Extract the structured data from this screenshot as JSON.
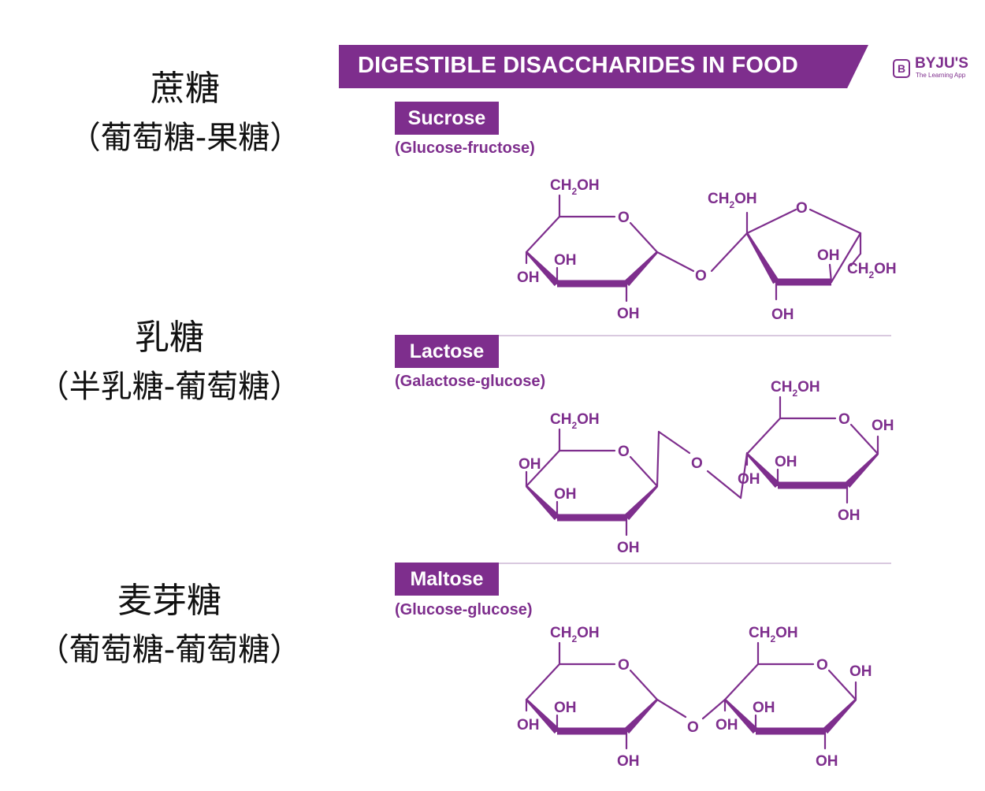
{
  "chinese_labels": {
    "sucrose": {
      "name": "蔗糖",
      "composition": "（葡萄糖-果糖）"
    },
    "lactose": {
      "name": "乳糖",
      "composition": "（半乳糖-葡萄糖）"
    },
    "maltose": {
      "name": "麦芽糖",
      "composition": "（葡萄糖-葡萄糖）"
    }
  },
  "banner": {
    "title": "DIGESTIBLE DISACCHARIDES IN FOOD"
  },
  "brand": {
    "name": "BYJU'S",
    "tagline": "The Learning App",
    "icon": "byjus-logo-icon",
    "logo_letter": "B"
  },
  "accent_color": "#7e2e8d",
  "sugars": [
    {
      "name": "Sucrose",
      "composition": "(Glucose-fructose)"
    },
    {
      "name": "Lactose",
      "composition": "(Galactose-glucose)"
    },
    {
      "name": "Maltose",
      "composition": "(Glucose-glucose)"
    }
  ],
  "atoms": {
    "ch2oh_main": "CH",
    "ch2oh_sub": "2",
    "ch2oh_tail": "OH",
    "oh": "OH",
    "o": "O"
  }
}
